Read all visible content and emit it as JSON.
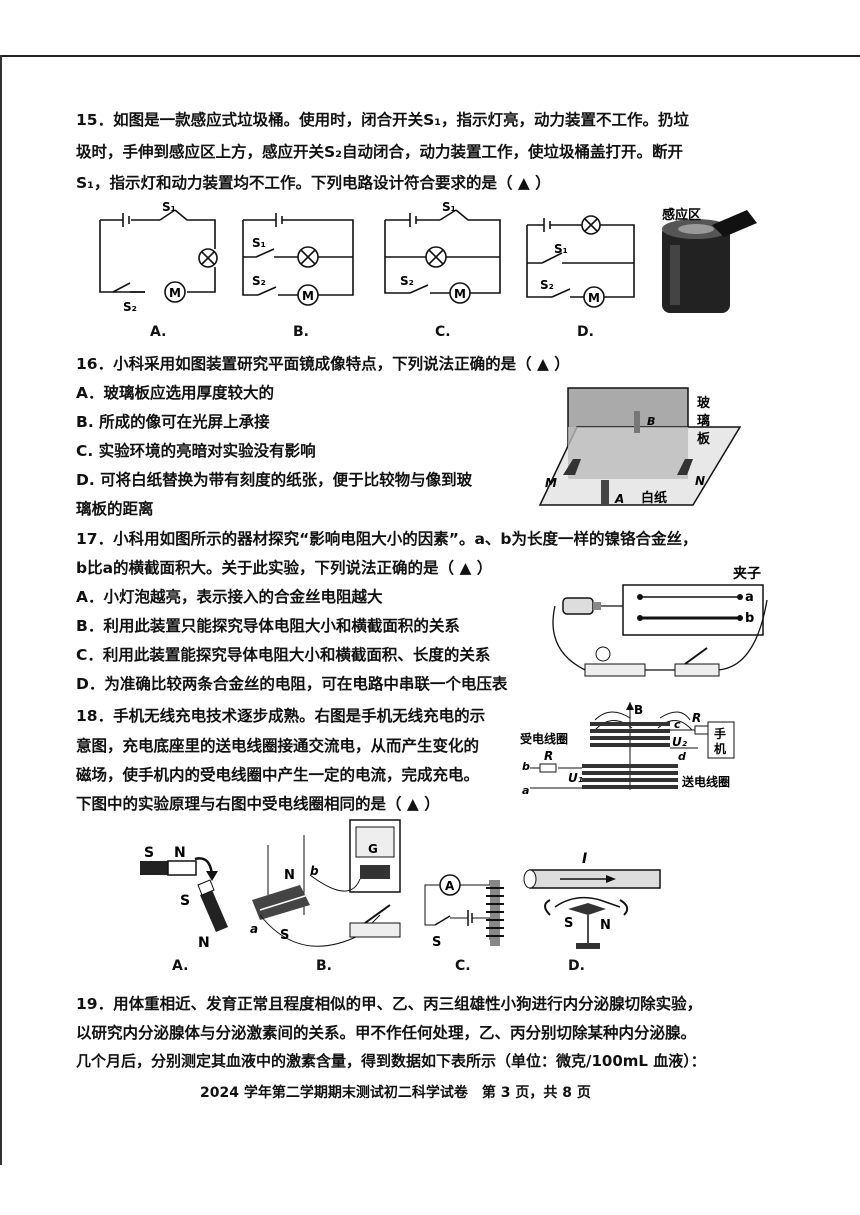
{
  "q15": {
    "line1": "15．如图是一款感应式垃圾桶。使用时，闭合开关S₁，指示灯亮，动力装置不工作。扔垃",
    "line2": "圾时，手伸到感应区上方，感应开关S₂自动闭合，动力装置工作，使垃圾桶盖打开。断开",
    "line3": "S₁，指示灯和动力装置均不工作。下列电路设计符合要求的是（ ▲ ）",
    "labels": [
      "A.",
      "B.",
      "C.",
      "D."
    ],
    "sensor_label": "感应区",
    "s1": "S₁",
    "s2": "S₂",
    "m": "M"
  },
  "q16": {
    "stem": "16．小科采用如图装置研究平面镜成像特点，下列说法正确的是（ ▲ ）",
    "options": [
      "A．玻璃板应选用厚度较大的",
      "B. 所成的像可在光屏上承接",
      "C. 实验环境的亮暗对实验没有影响",
      "D. 可将白纸替换为带有刻度的纸张，便于比较物与像到玻"
    ],
    "option_d_cont": "璃板的距离",
    "fig": {
      "glass": [
        "玻",
        "璃",
        "板"
      ],
      "paper": "白纸",
      "a": "A",
      "b": "B",
      "m": "M",
      "n": "N"
    }
  },
  "q17": {
    "line1": "17．小科用如图所示的器材探究“影响电阻大小的因素”。a、b为长度一样的镍铬合金丝，",
    "line2": "b比a的横截面积大。关于此实验，下列说法正确的是（ ▲ ）",
    "options": [
      "A．小灯泡越亮，表示接入的合金丝电阻越大",
      "B．利用此装置只能探究导体电阻大小和横截面积的关系",
      "C．利用此装置能探究导体电阻大小和横截面积、长度的关系",
      "D．为准确比较两条合金丝的电阻，可在电路中串联一个电压表"
    ],
    "fig": {
      "clip": "夹子",
      "a": "a",
      "b": "b"
    }
  },
  "q18": {
    "lines": [
      "18．手机无线充电技术逐步成熟。右图是手机无线充电的示",
      "意图，充电底座里的送电线圈接通交流电，从而产生变化的",
      "磁场，使手机内的受电线圈中产生一定的电流，完成充电。",
      "下图中的实验原理与右图中受电线圈相同的是（ ▲ ）"
    ],
    "fig": {
      "recv": "受电线圈",
      "send": "送电线圈",
      "phone": [
        "手",
        "机"
      ],
      "b_field": "B",
      "r": "R",
      "u1": "U₁",
      "u2": "U₂",
      "c": "c",
      "d": "d",
      "a": "a",
      "b": "b"
    },
    "labels": [
      "A.",
      "B.",
      "C.",
      "D."
    ],
    "sub": {
      "s": "S",
      "n": "N",
      "g": "G",
      "b": "b",
      "a": "a",
      "amp": "A",
      "i": "I"
    }
  },
  "q19": {
    "lines": [
      "19．用体重相近、发育正常且程度相似的甲、乙、丙三组雄性小狗进行内分泌腺切除实验，",
      "以研究内分泌腺体与分泌激素间的关系。甲不作任何处理，乙、丙分别切除某种内分泌腺。",
      "几个月后，分别测定其血液中的激素含量，得到数据如下表所示（单位：微克/100mL 血液）："
    ]
  },
  "footer": "2024 学年第二学期期末测试初二科学试卷　第 3 页，共 8 页"
}
